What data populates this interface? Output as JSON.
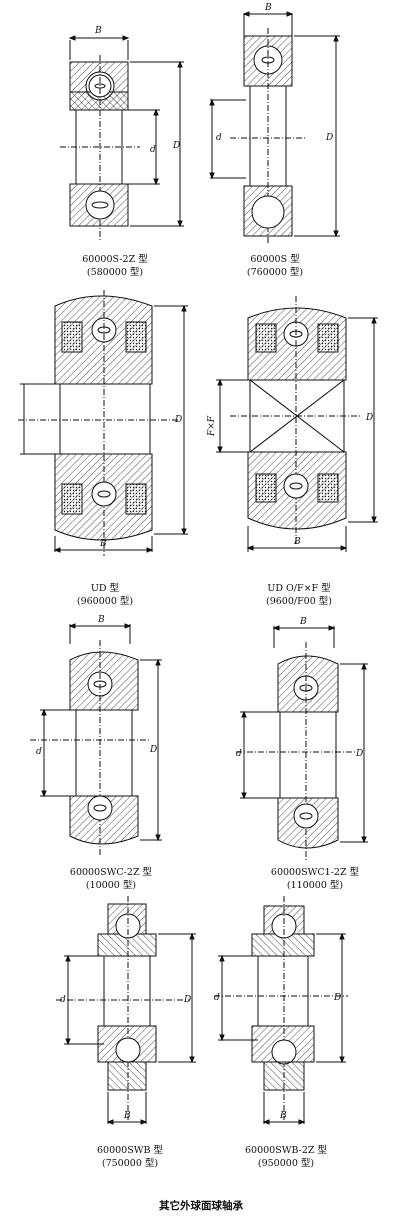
{
  "labels": {
    "B": "B",
    "D": "D",
    "d": "d",
    "FxF": "F×F"
  },
  "bearings": [
    {
      "model": "60000S-2Z 型",
      "code": "(580000 型)"
    },
    {
      "model": "60000S 型",
      "code": "(760000 型)"
    },
    {
      "model": "UD 型",
      "code": "(960000 型)"
    },
    {
      "model": "UD O/F×F 型",
      "code": "(9600/F00 型)"
    },
    {
      "model": "60000SWC-2Z 型",
      "code": "(10000 型)"
    },
    {
      "model": "60000SWC1-2Z 型",
      "code": "(110000 型)"
    },
    {
      "model": "60000SWB 型",
      "code": "(750000 型)"
    },
    {
      "model": "60000SWB-2Z 型",
      "code": "(950000 型)"
    }
  ],
  "footer": "其它外球面球轴承"
}
